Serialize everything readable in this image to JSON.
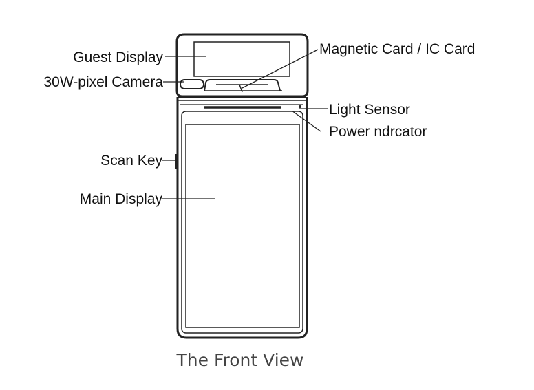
{
  "labels": {
    "guest_display": "Guest Display",
    "camera": "30W-pixel Camera",
    "card_reader": "Magnetic Card / IC Card",
    "light_sensor": "Light Sensor",
    "power_indicator": "Power ndrcator",
    "scan_key": "Scan Key",
    "main_display": "Main Display"
  },
  "caption": "The Front View"
}
